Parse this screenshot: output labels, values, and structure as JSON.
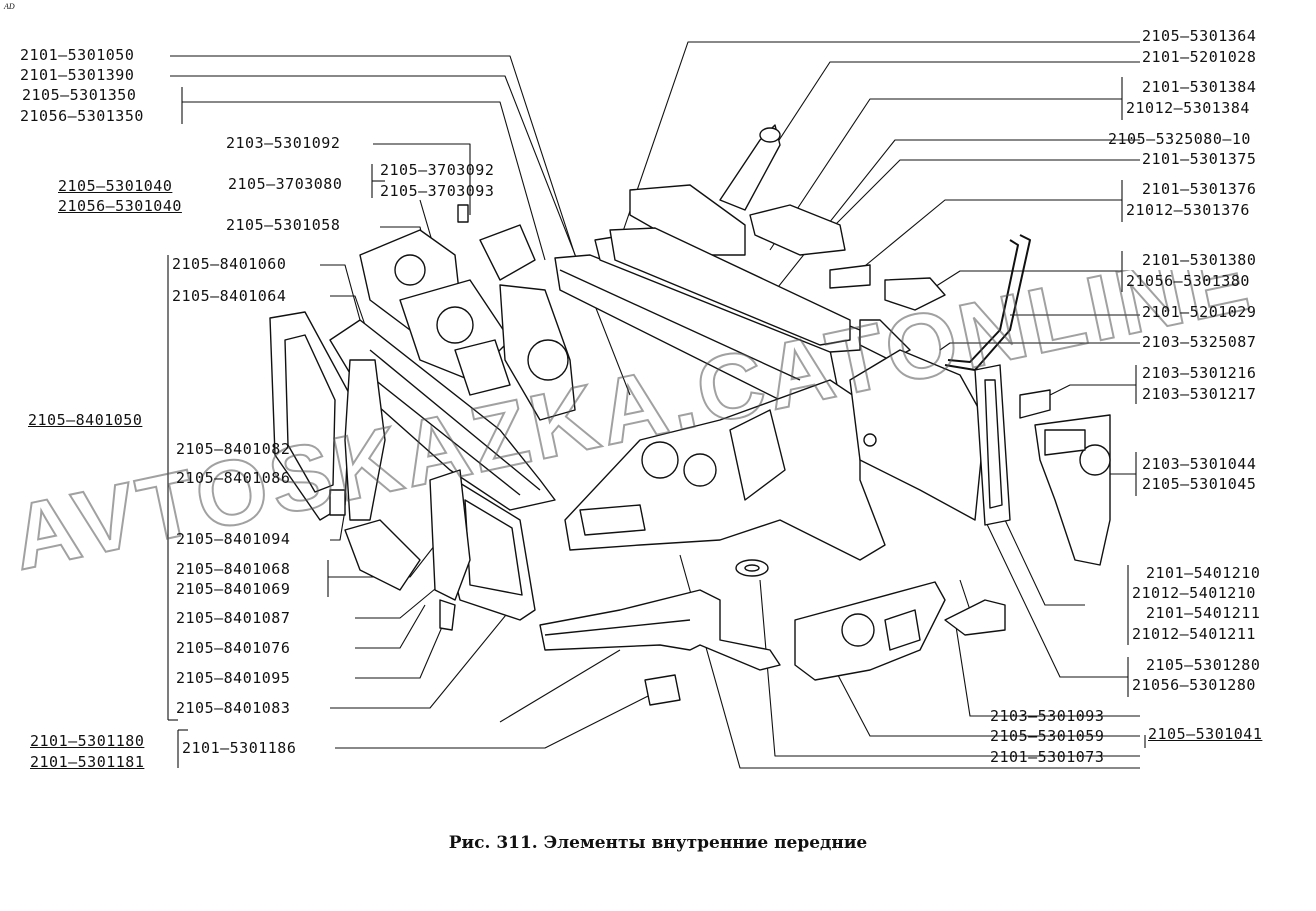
{
  "corner_mark": "AD",
  "caption": "Рис. 311. Элементы внутренние передние",
  "watermark": "AVTOSKAZKA.CATONLINE",
  "labels": {
    "l01": "2101–5301050",
    "l02": "2101–5301390",
    "l03": "2105–5301350",
    "l04": "21056–5301350",
    "l05": "2103–5301092",
    "l06": "2105–3703092",
    "l07": "2105–3703080",
    "l08": "2105–3703093",
    "l09": "2105–5301040",
    "l10": "21056–5301040",
    "l11": "2105–5301058",
    "l12": "2105–8401060",
    "l13": "2105–8401064",
    "l14": "2105–8401050",
    "l15": "2105–8401082",
    "l16": "2105–8401086",
    "l17": "2105–8401094",
    "l18": "2105–8401068",
    "l19": "2105–8401069",
    "l20": "2105–8401087",
    "l21": "2105–8401076",
    "l22": "2105–8401095",
    "l23": "2105–8401083",
    "l24": "2101–5301180",
    "l25": "2101–5301181",
    "l26": "2101–5301186",
    "r01": "2105–5301364",
    "r02": "2101–5201028",
    "r03": "2101–5301384",
    "r04": "21012–5301384",
    "r05": "2105–5325080–10",
    "r06": "2101–5301375",
    "r07": "2101–5301376",
    "r08": "21012–5301376",
    "r09": "2101–5301380",
    "r10": "21056–5301380",
    "r11": "2101–5201029",
    "r12": "2103–5325087",
    "r13": "2103–5301216",
    "r14": "2103–5301217",
    "r15": "2103–5301044",
    "r16": "2105–5301045",
    "r17": "2101–5401210",
    "r18": "21012–5401210",
    "r19": "2101–5401211",
    "r20": "21012–5401211",
    "r21": "2105–5301280",
    "r22": "21056–5301280",
    "r23": "2103–5301093",
    "r24": "2105–5301059",
    "r25": "2101–5301073",
    "r26": "2105–5301041"
  }
}
